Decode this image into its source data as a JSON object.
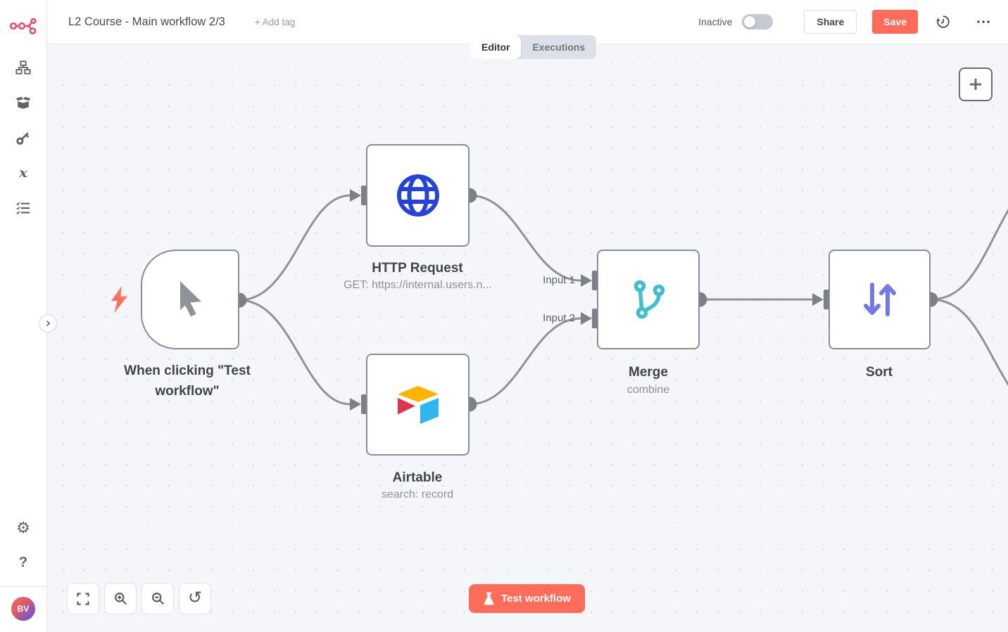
{
  "header": {
    "title": "L2 Course - Main workflow 2/3",
    "add_tag": "+ Add tag",
    "activation": {
      "label": "Inactive",
      "enabled": false
    },
    "share": "Share",
    "save": "Save"
  },
  "tabs": {
    "editor": "Editor",
    "executions": "Executions"
  },
  "sidebar": {
    "items": [
      {
        "icon": "workflows-icon"
      },
      {
        "icon": "templates-icon"
      },
      {
        "icon": "credentials-icon"
      },
      {
        "icon": "variables-icon"
      },
      {
        "icon": "executions-icon"
      }
    ],
    "variables_glyph": "x",
    "settings_glyph": "⚙",
    "help_glyph": "?",
    "avatar_initials": "BV"
  },
  "workflow": {
    "nodes": [
      {
        "type": "manual-trigger",
        "label": "When clicking \"Test workflow\""
      },
      {
        "type": "http-request",
        "label": "HTTP Request",
        "subtitle": "GET: https://internal.users.n..."
      },
      {
        "type": "airtable",
        "label": "Airtable",
        "subtitle": "search: record"
      },
      {
        "type": "merge",
        "label": "Merge",
        "subtitle": "combine",
        "inputs": [
          "Input 1",
          "Input 2"
        ]
      },
      {
        "type": "sort",
        "label": "Sort"
      }
    ],
    "test_button": "Test workflow"
  },
  "canvas_controls": {
    "reset_glyph": "↺"
  },
  "colors": {
    "accent": "#ff6d5a",
    "brand": "#ea4b71",
    "node_border": "#898d93",
    "connector": "#8f9398",
    "endpoint": "#7d8085",
    "http_icon": "#2543d6",
    "merge_icon": "#3fbecf",
    "sort_icon": "#7379e6",
    "airtable_yellow": "#fcb400",
    "airtable_red": "#e0334f",
    "airtable_blue": "#2bb7f0",
    "canvas_bg": "#f5f6f9"
  }
}
